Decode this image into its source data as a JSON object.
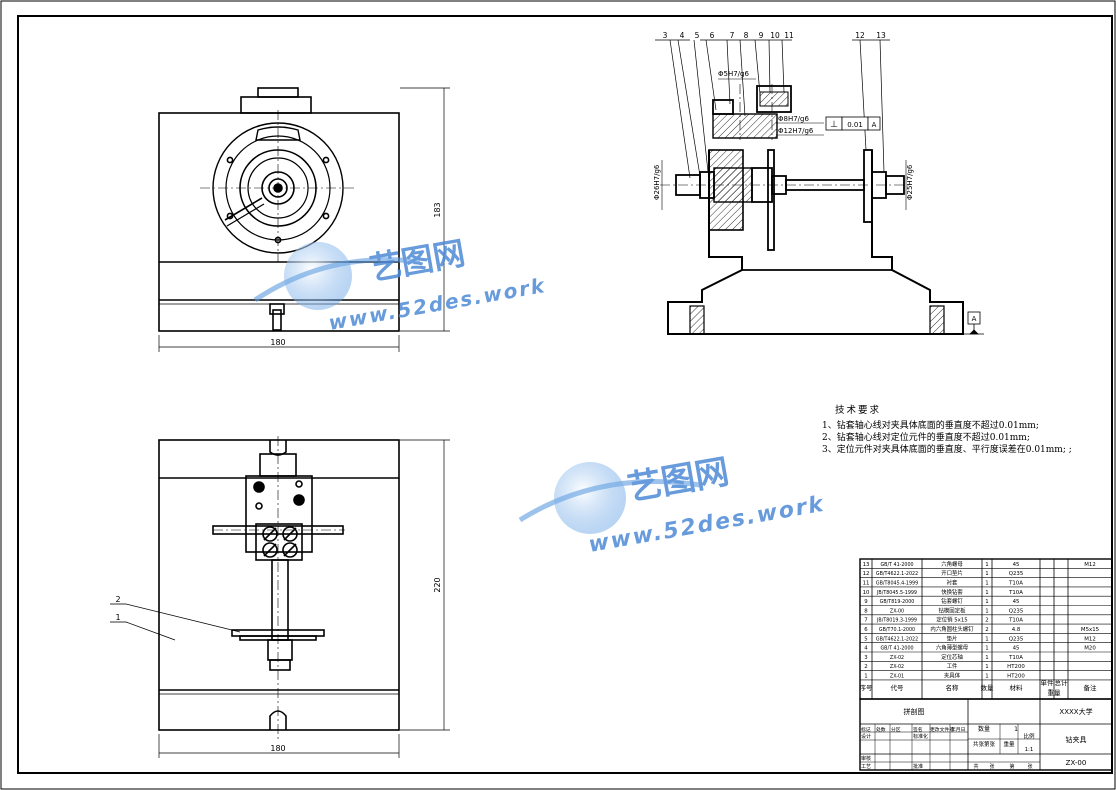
{
  "dimensions": {
    "top_view_width": "180",
    "top_view_height": "183",
    "bottom_view_width": "180",
    "bottom_view_height": "220"
  },
  "section_view": {
    "balloons": [
      "3",
      "4",
      "5",
      "6",
      "7",
      "8",
      "9",
      "10",
      "11",
      "12",
      "13"
    ],
    "fits": {
      "phi5": "Φ5H7/g6",
      "phi8": "Φ8H7/g6",
      "phi12": "Φ12H7/g6",
      "phi26": "Φ26H7/g6",
      "phi25": "Φ25H7/g6"
    },
    "tolerance_frame": {
      "symbol": "⊥",
      "value": "0.01",
      "datum": "A"
    },
    "datum_label": "A"
  },
  "plan_view": {
    "balloons": [
      "2",
      "1"
    ]
  },
  "tech_requirements": {
    "title": "技术要求",
    "items": [
      "1、钻套轴心线对夹具体底面的垂直度不超过0.01mm;",
      "2、钻套轴心线对定位元件的垂直度不超过0.01mm;",
      "3、定位元件对夹具体底面的垂直度、平行度误差在0.01mm; ;"
    ]
  },
  "watermarks": [
    {
      "name": "艺图网",
      "url": "www.52des.work"
    },
    {
      "name": "艺图网",
      "url": "www.52des.work"
    }
  ],
  "bom": {
    "rows": [
      {
        "no": "13",
        "code": "GB/T 41-2000",
        "name": "六角螺母",
        "qty": "1",
        "material": "45",
        "note": "M12"
      },
      {
        "no": "12",
        "code": "GB/T4622.1-2022",
        "name": "开口垫片",
        "qty": "1",
        "material": "Q235",
        "note": ""
      },
      {
        "no": "11",
        "code": "GB/T8045.4-1999",
        "name": "衬套",
        "qty": "1",
        "material": "T10A",
        "note": ""
      },
      {
        "no": "10",
        "code": "JB/T8045.5-1999",
        "name": "快换钻套",
        "qty": "1",
        "material": "T10A",
        "note": ""
      },
      {
        "no": "9",
        "code": "GB/T819-2000",
        "name": "钻套螺钉",
        "qty": "1",
        "material": "45",
        "note": ""
      },
      {
        "no": "8",
        "code": "ZX-00",
        "name": "钻模固定板",
        "qty": "1",
        "material": "Q235",
        "note": ""
      },
      {
        "no": "7",
        "code": "JB/T8019.3-1999",
        "name": "定位销 5x15",
        "qty": "2",
        "material": "T10A",
        "note": ""
      },
      {
        "no": "6",
        "code": "GB/T70.1-2000",
        "name": "内六角圆柱头螺钉",
        "qty": "2",
        "material": "4.8",
        "note": "M5x15"
      },
      {
        "no": "5",
        "code": "GB/T4622.1-2022",
        "name": "垫片",
        "qty": "1",
        "material": "Q235",
        "note": "M12"
      },
      {
        "no": "4",
        "code": "GB/T 41-2000",
        "name": "六角薄型螺母",
        "qty": "1",
        "material": "45",
        "note": "M20"
      },
      {
        "no": "3",
        "code": "ZX-02",
        "name": "定位芯轴",
        "qty": "1",
        "material": "T10A",
        "note": ""
      },
      {
        "no": "2",
        "code": "ZX-02",
        "name": "工件",
        "qty": "1",
        "material": "HT200",
        "note": ""
      },
      {
        "no": "1",
        "code": "ZX-01",
        "name": "夹具体",
        "qty": "1",
        "material": "HT200",
        "note": ""
      }
    ],
    "header": {
      "no": "序号",
      "code": "代号",
      "name": "名称",
      "qty": "数量",
      "material": "材料",
      "single": "单件",
      "total": "总计",
      "weight": "重量",
      "note": "备注"
    }
  },
  "title_block": {
    "drawing_name": "拼剖图",
    "school": "XXXX大学",
    "part_name": "钻夹具",
    "drawing_no": "ZX-00",
    "qty_label": "数量",
    "qty_value": "1",
    "scale_label": "比例",
    "scale_value": "1:1",
    "weight_label": "重量",
    "mark_label": "共张第张",
    "rev_header": [
      "标记",
      "处数",
      "分区",
      "更改文件号",
      "签名",
      "年月日"
    ],
    "roles": [
      "设计",
      "审核",
      "工艺"
    ],
    "std_label": "标准化",
    "approve_label": "批准",
    "stage_labels": [
      "共",
      "张",
      "第",
      "张"
    ]
  }
}
